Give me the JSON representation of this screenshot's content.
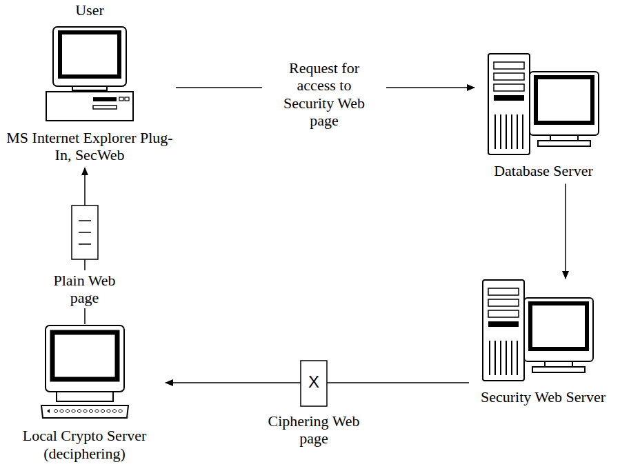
{
  "diagram": {
    "nodes": [
      {
        "text": [
          "User",
          "MS Internet Explorer Plug-In, SecWeb"
        ]
      },
      {
        "text": [
          "Database Server"
        ]
      },
      {
        "text": [
          "Security Web Server"
        ]
      },
      {
        "text": [
          "Local Crypto Server (deciphering)"
        ]
      }
    ],
    "edges": [
      {
        "from": 0,
        "to": 1,
        "arrow": "to",
        "label": "Request for access to Security Web page"
      },
      {
        "from": 1,
        "to": 2,
        "arrow": "to"
      },
      {
        "from": 2,
        "to": 3,
        "arrow": "to",
        "label": "Ciphering Web page"
      },
      {
        "from": 3,
        "to": 0,
        "arrow": "to",
        "label": "Plain Web page"
      }
    ],
    "labels": [
      "X"
    ]
  }
}
